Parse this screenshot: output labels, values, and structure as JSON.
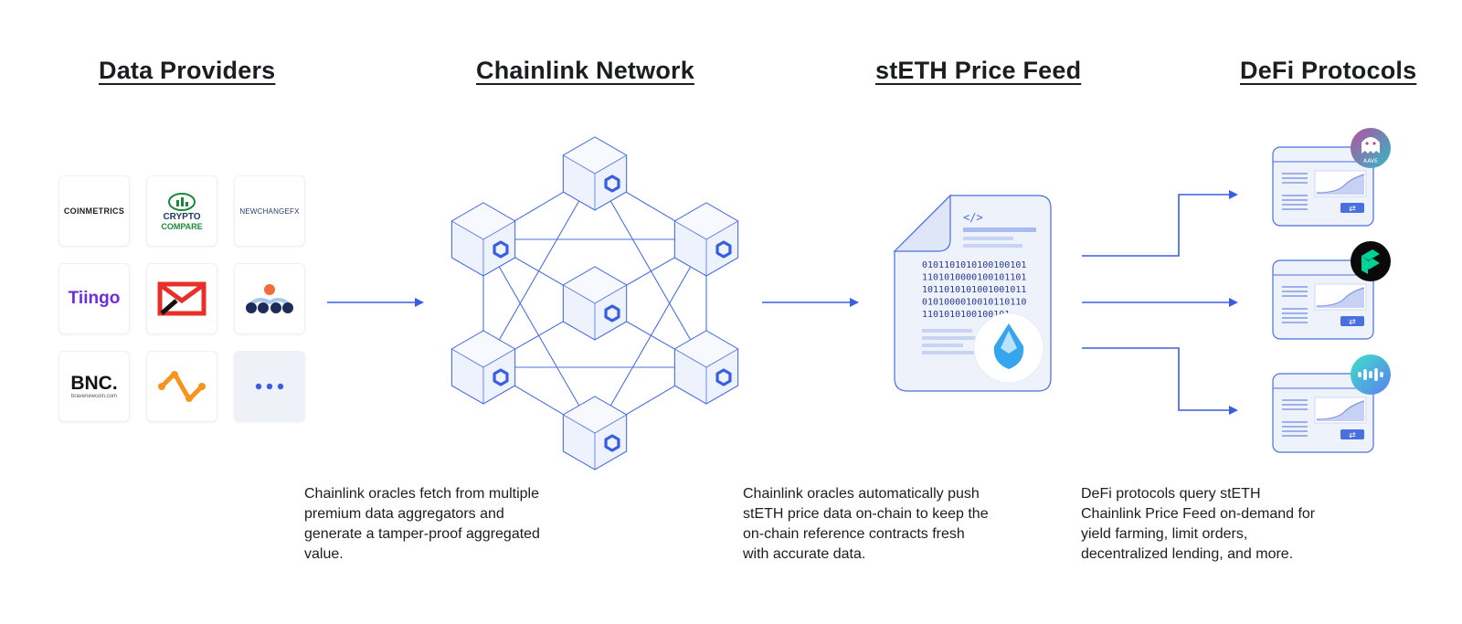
{
  "headings": {
    "providers": "Data Providers",
    "network": "Chainlink Network",
    "feed": "stETH Price Feed",
    "defi": "DeFi Protocols"
  },
  "providers": [
    {
      "logo": "coinmetrics-logo",
      "text": "COINMETRICS",
      "color": "#222222"
    },
    {
      "logo": "cryptocompare-logo",
      "line1": "CRYPTO",
      "line2": "COMPARE",
      "color": "#1a8a3a"
    },
    {
      "logo": "newchangefx-logo",
      "text": "NEWCHANGEFX",
      "color": "#2f3a6b"
    },
    {
      "logo": "tiingo-logo",
      "text": "Tiingo",
      "color": "#6a2de0"
    },
    {
      "logo": "kaiko-logo",
      "color": "#e8302a"
    },
    {
      "logo": "provider-logo",
      "color": "#1c2c5a"
    },
    {
      "logo": "bnc-logo",
      "text": "BNC.",
      "sub": "bravenewcoin.com",
      "color": "#111111",
      "accent": "#f07a1a"
    },
    {
      "logo": "provider-logo-orange",
      "color": "#f7941d"
    },
    {
      "logo": "more-icon",
      "color": "#3a5ee0"
    }
  ],
  "feed_doc": {
    "code_tag": "</>",
    "binary": [
      "0101101010100100101",
      "1101010000100101101",
      "1011010101001001011",
      "0101000010010110110",
      "1101010100100101"
    ]
  },
  "captions": {
    "network": "Chainlink oracles fetch from multiple premium data aggregators and generate a tamper-proof aggregated value.",
    "feed": "Chainlink oracles automatically push stETH price data on-chain to keep the on-chain reference contracts fresh with accurate data.",
    "defi": "DeFi protocols query stETH Chainlink Price Feed on-demand for yield farming, limit orders, decentralized lending, and more."
  },
  "protocols": [
    {
      "icon": "aave-icon",
      "label": "AAVE"
    },
    {
      "icon": "compound-icon",
      "label": ""
    },
    {
      "icon": "protocol-icon",
      "label": ""
    }
  ],
  "colors": {
    "accent": "#3a5ee0",
    "line": "#4a6fe0",
    "cube_fill": "#eef2fd",
    "panel_fill": "#eef2fb"
  }
}
